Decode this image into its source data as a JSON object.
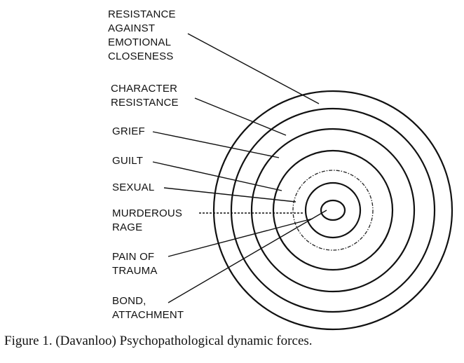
{
  "labels": {
    "resistance_emotional_closeness": "RESISTANCE\nAGAINST\nEMOTIONAL\nCLOSENESS",
    "character_resistance": "CHARACTER\nRESISTANCE",
    "grief": "GRIEF",
    "guilt": "GUILT",
    "sexual": "SEXUAL",
    "murderous_rage": "MURDEROUS\nRAGE",
    "pain_of_trauma": "PAIN OF\nTRAUMA",
    "bond_attachment": "BOND,\nATTACHMENT"
  },
  "caption": "Figure 1. (Davanloo) Psychopathological dynamic forces."
}
